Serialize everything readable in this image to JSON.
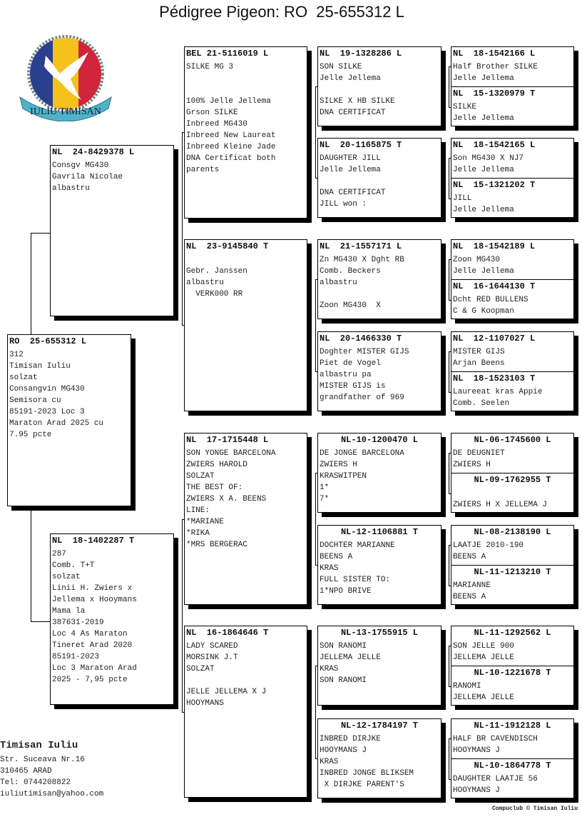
{
  "title": "Pédigree Pigeon: RO  25-655312 L",
  "logo": {
    "text": "IULIU TIMISAN",
    "colors": [
      "#2b3f8f",
      "#f4c21a",
      "#d0253a",
      "#4fb3c8"
    ]
  },
  "pedigree": [
    {
      "ring": "RO  25-655312 L",
      "lines": [
        "312",
        "Timisan Iuliu",
        "solzat",
        "Consangvin MG430",
        "Semisora cu",
        "85191-2023 Loc 3",
        "Maraton Arad 2025 cu",
        "7.95 pcte"
      ]
    },
    {
      "ring": "NL  24-8429378 L",
      "lines": [
        "Consgv MG430",
        "Gavrila Nicolae",
        "albastru"
      ]
    },
    {
      "ring": "NL  18-1402287 T",
      "lines": [
        "287",
        "Comb. T+T",
        "solzat",
        "Linii H. Zwiers x",
        "Jellema x Hooymans",
        "Mama la",
        "387631-2019",
        "Loc 4 As Maraton",
        "Tineret Arad 2020",
        "85191-2023",
        "Loc 3 Maraton Arad",
        "2025 - 7,95 pcte"
      ]
    },
    {
      "ring": "BEL 21-5116019 L",
      "lines": [
        "SILKE MG 3",
        "",
        "",
        "100% Jelle Jellema",
        "Grson SILKE",
        "Inbreed MG430",
        "Inbreed New Laureat",
        "Inbreed Kleine Jade",
        "DNA Certificat both",
        "parents"
      ]
    },
    {
      "ring": "NL  23-9145840 T",
      "lines": [
        "",
        "Gebr. Janssen",
        "albastru",
        "  VERK000 RR"
      ]
    },
    {
      "ring": "NL  17-1715448 L",
      "lines": [
        "SON YONGE BARCELONA",
        "ZWIERS HAROLD",
        "SOLZAT",
        "THE BEST OF:",
        "ZWIERS X A. BEENS",
        "LINE:",
        "*MARIANE",
        "*RIKA",
        "*MRS BERGERAC"
      ]
    },
    {
      "ring": "NL  16-1864646 T",
      "lines": [
        "LADY SCARED",
        "MORSINK J.T",
        "SOLZAT",
        "",
        "JELLE JELLEMA X J",
        "HOOYMANS"
      ]
    },
    {
      "ring": "NL  19-1328286 L",
      "lines": [
        "SON SILKE",
        "Jelle Jellema",
        "",
        "SILKE X HB SILKE",
        "DNA CERTIFICAT"
      ]
    },
    {
      "ring": "NL  20-1165875 T",
      "lines": [
        "DAUGHTER JILL",
        "Jelle Jellema",
        "",
        "DNA CERTIFICAT",
        "JILL won :"
      ]
    },
    {
      "ring": "NL  21-1557171 L",
      "lines": [
        "Zn MG430 X Dght RB",
        "Comb. Beckers",
        "albastru",
        "",
        "Zoon MG430  X"
      ]
    },
    {
      "ring": "NL  20-1466330 T",
      "lines": [
        "Doghter MISTER GIJS",
        "Piet de Vogel",
        "albastru pa",
        "MISTER GIJS is",
        "grandfather of 969"
      ]
    },
    {
      "ring": "NL-10-1200470 L",
      "center": true,
      "lines": [
        "DE JONGE BARCELONA",
        "ZWIERS H",
        "KRASWITPEN",
        "1*",
        "7*"
      ]
    },
    {
      "ring": "NL-12-1106881 T",
      "center": true,
      "lines": [
        "DOCHTER MARIANNE",
        "BEENS A",
        "KRAS",
        "FULL SISTER TO:",
        "1*NPO BRIVE"
      ]
    },
    {
      "ring": "NL-13-1755915 L",
      "center": true,
      "lines": [
        "SON RANOMI",
        "JELLEMA JELLE",
        "KRAS",
        "SON RANOMI"
      ]
    },
    {
      "ring": "NL-12-1784197 T",
      "center": true,
      "lines": [
        "INBRED DIRJKE",
        "HOOYMANS J",
        "KRAS",
        "INBRED JONGE BLIKSEM",
        " X DIRJKE PARENT'S"
      ]
    },
    {
      "ring": "NL  18-1542166 L",
      "lines": [
        "Half Brother SILKE",
        "Jelle Jellema"
      ]
    },
    {
      "ring": "NL  15-1320979 T",
      "lines": [
        "SILKE",
        "Jelle Jellema"
      ]
    },
    {
      "ring": "NL  18-1542165 L",
      "lines": [
        "Son MG430 X NJ7",
        "Jelle Jellema"
      ]
    },
    {
      "ring": "NL  15-1321202 T",
      "lines": [
        "JILL",
        "Jelle Jellema"
      ]
    },
    {
      "ring": "NL  18-1542189 L",
      "lines": [
        "Zoon MG430",
        "Jelle Jellema"
      ]
    },
    {
      "ring": "NL  16-1644130 T",
      "lines": [
        "Dcht RED BULLENS",
        "C & G Koopman"
      ]
    },
    {
      "ring": "NL  12-1107027 L",
      "lines": [
        "MISTER GIJS",
        "Arjan Beens"
      ]
    },
    {
      "ring": "NL  18-1523103 T",
      "lines": [
        "Laureeat kras Appie",
        "Comb. Seelen"
      ]
    },
    {
      "ring": "NL-06-1745600 L",
      "center": true,
      "lines": [
        "DE DEUGNIET",
        "ZWIERS H"
      ]
    },
    {
      "ring": "NL-09-1762955 T",
      "center": true,
      "lines": [
        "",
        "ZWIERS H X JELLEMA J"
      ]
    },
    {
      "ring": "NL-08-2138190 L",
      "center": true,
      "lines": [
        "LAATJE 2010-190",
        "BEENS A"
      ]
    },
    {
      "ring": "NL-11-1213210 T",
      "center": true,
      "lines": [
        "MARIANNE",
        "BEENS A"
      ]
    },
    {
      "ring": "NL-11-1292562 L",
      "center": true,
      "lines": [
        "SON JELLE 900",
        "JELLEMA JELLE"
      ]
    },
    {
      "ring": "NL-10-1221678 T",
      "center": true,
      "lines": [
        "RANOMI",
        "JELLEMA JELLE"
      ]
    },
    {
      "ring": "NL-11-1912128 L",
      "center": true,
      "lines": [
        "HALF BR CAVENDISCH",
        "HOOYMANS J"
      ]
    },
    {
      "ring": "NL-10-1864778 T",
      "center": true,
      "lines": [
        "DAUGHTER LAATJE 56",
        "HOOYMANS J"
      ]
    }
  ],
  "owner": {
    "name": "Timisan Iuliu",
    "lines": [
      "Str. Suceava  Nr.16",
      "310465  ARAD",
      "Tel: 0744208822",
      "iuliutimisan@yahoo.com"
    ]
  },
  "copyright": "Compuclub © Timisan Iuliu"
}
